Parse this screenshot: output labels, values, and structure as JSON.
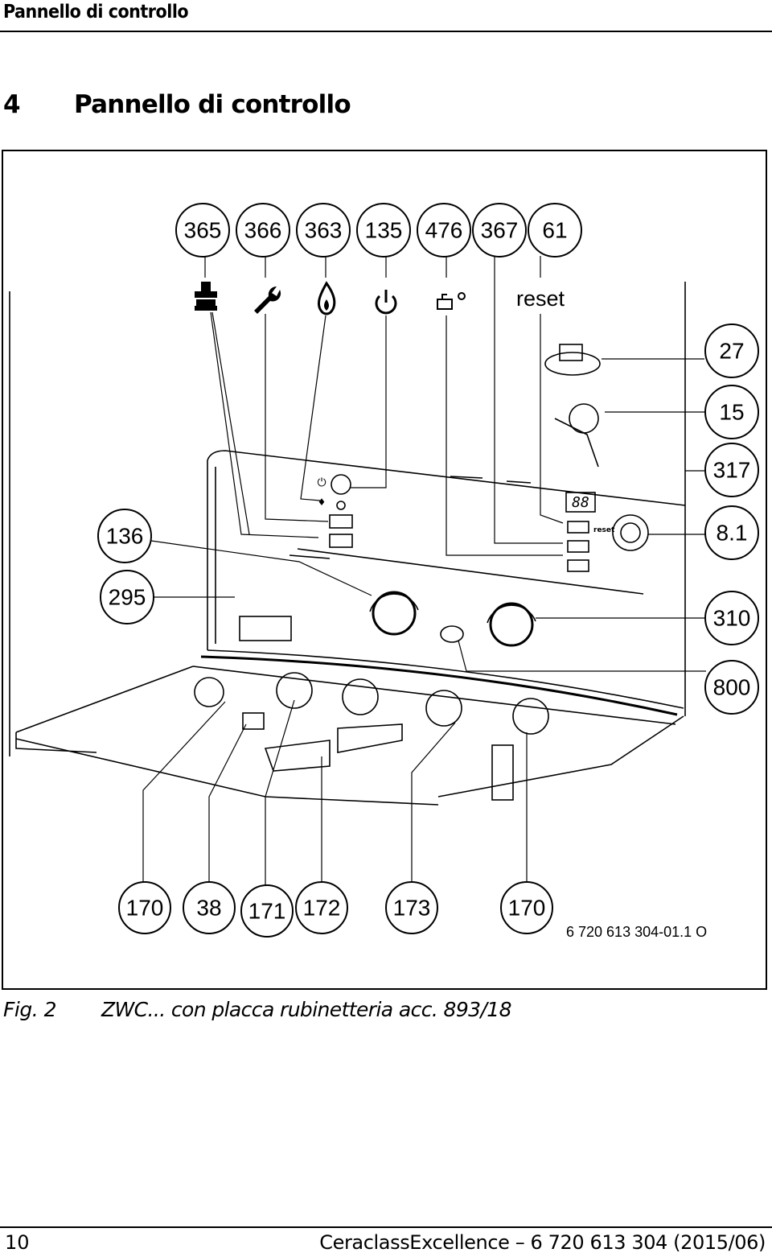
{
  "header": {
    "running_title": "Pannello di controllo"
  },
  "section": {
    "number": "4",
    "title": "Pannello di controllo"
  },
  "figure": {
    "top_callouts": [
      "365",
      "366",
      "363",
      "135",
      "476",
      "367",
      "61"
    ],
    "right_callouts": [
      "27",
      "15",
      "317",
      "8.1",
      "310",
      "800"
    ],
    "left_callouts": [
      "136",
      "295"
    ],
    "bottom_callouts": [
      "170",
      "38",
      "171",
      "172",
      "173",
      "170"
    ],
    "reset_label": "reset",
    "panel_reset_label": "reset",
    "display_text": "88",
    "drawing_number": "6 720 613 304-01.1 O",
    "icons": [
      "chimney-sweep-icon",
      "wrench-icon",
      "flame-icon",
      "power-icon",
      "tap-sun-icon"
    ]
  },
  "caption": {
    "label": "Fig. 2",
    "text": "ZWC... con placca rubinetteria acc. 893/18"
  },
  "footer": {
    "page_number": "10",
    "document": "CeraclassExcellence – 6 720 613 304 (2015/06)"
  }
}
